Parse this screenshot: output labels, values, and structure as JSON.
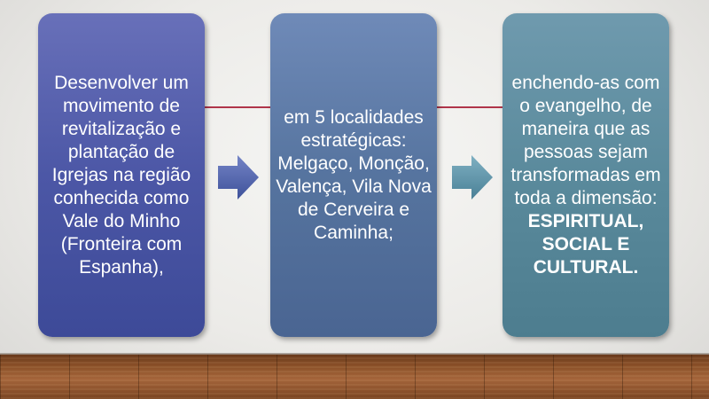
{
  "boxes": [
    {
      "text": "Desenvolver um movimento de revitalização e plantação de Igrejas na região conhecida como Vale do Minho (Fronteira com Espanha),",
      "emphasis": ""
    },
    {
      "text": "em 5 localidades estratégicas: Melgaço, Monção, Valença, Vila Nova de Cerveira e Caminha;",
      "emphasis": ""
    },
    {
      "text": "enchendo-as com o evangelho, de maneira que as pessoas sejam transformadas em toda a dimensão:",
      "emphasis": "ESPIRITUAL, SOCIAL E CULTURAL."
    }
  ],
  "icons": {
    "arrow": "arrow-right-icon"
  },
  "colors": {
    "box1": "#4c57a6",
    "box2": "#56749f",
    "box3": "#5a8a9c",
    "connector": "#b0354a",
    "arrow1": "#4b61a8",
    "arrow2": "#5b93a8"
  }
}
